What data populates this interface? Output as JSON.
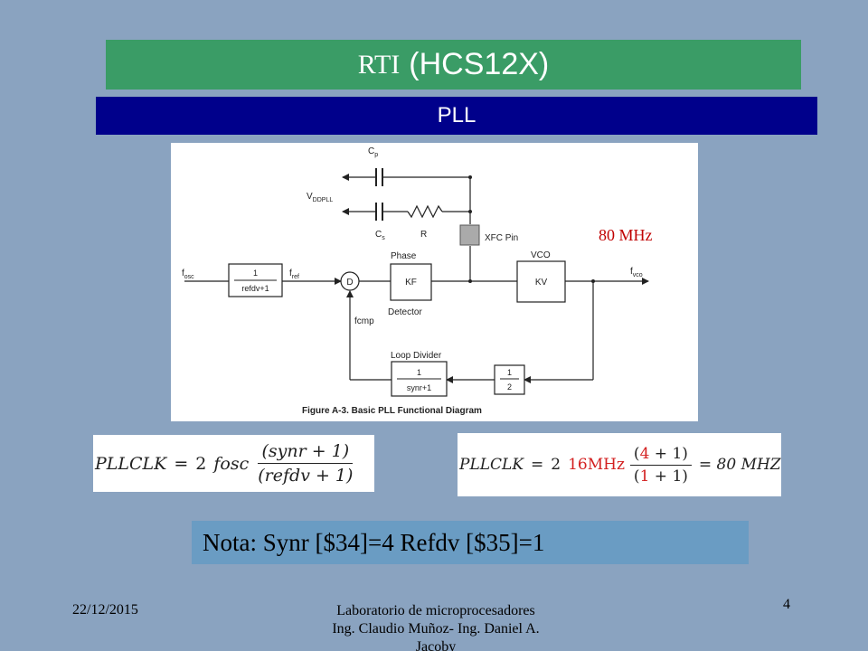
{
  "header": {
    "title_prefix": "RTI",
    "title_suffix": "(HCS12X)",
    "subtitle": "PLL"
  },
  "diagram": {
    "labels": {
      "cp": "C",
      "cp_sub": "p",
      "vddpll": "V",
      "vddpll_sub": "DDPLL",
      "cs": "C",
      "cs_sub": "s",
      "r": "R",
      "xfc": "XFC Pin",
      "fosc": "f",
      "fosc_sub": "osc",
      "fref": "f",
      "fref_sub": "ref",
      "div_num": "1",
      "div_den": "refdv+1",
      "pd_symbol": "D",
      "phase": "Phase",
      "kf": "KF",
      "detector": "Detector",
      "vco": "VCO",
      "kv": "KV",
      "fvco": "f",
      "fvco_sub": "vco",
      "fcmp": "fcmp",
      "loop_divider": "Loop Divider",
      "loop_num": "1",
      "loop_den": "synr+1",
      "half_num": "1",
      "half_den": "2",
      "caption": "Figure A-3. Basic PLL Functional Diagram"
    },
    "frequency_note": "80 MHz"
  },
  "formula_general": {
    "lhs": "PLLCLK",
    "eq": "=",
    "coef": "2",
    "var": "fosc",
    "numerator": "(synr + 1)",
    "denominator": "(refdv + 1)"
  },
  "formula_example": {
    "lhs": "PLLCLK",
    "eq": "=",
    "coef": "2",
    "freq": "16MHz",
    "num_open": "(",
    "num_val": "4",
    "num_rest": " + 1)",
    "den_open": "(",
    "den_val": "1",
    "den_rest": " + 1)",
    "result": "= 80 MHZ"
  },
  "note": "Nota: Synr [$34]=4  Refdv [$35]=1",
  "footer": {
    "date": "22/12/2015",
    "line1": "Laboratorio de microprocesadores",
    "line2": "Ing. Claudio Muñoz- Ing. Daniel A.",
    "line3": "Jacoby",
    "page": "4"
  },
  "colors": {
    "background": "#8aa3c0",
    "title_bar": "#3a9c66",
    "subtitle_bar": "#00008b",
    "note_bar": "#6a9cc3",
    "highlight_red": "#d32020"
  }
}
